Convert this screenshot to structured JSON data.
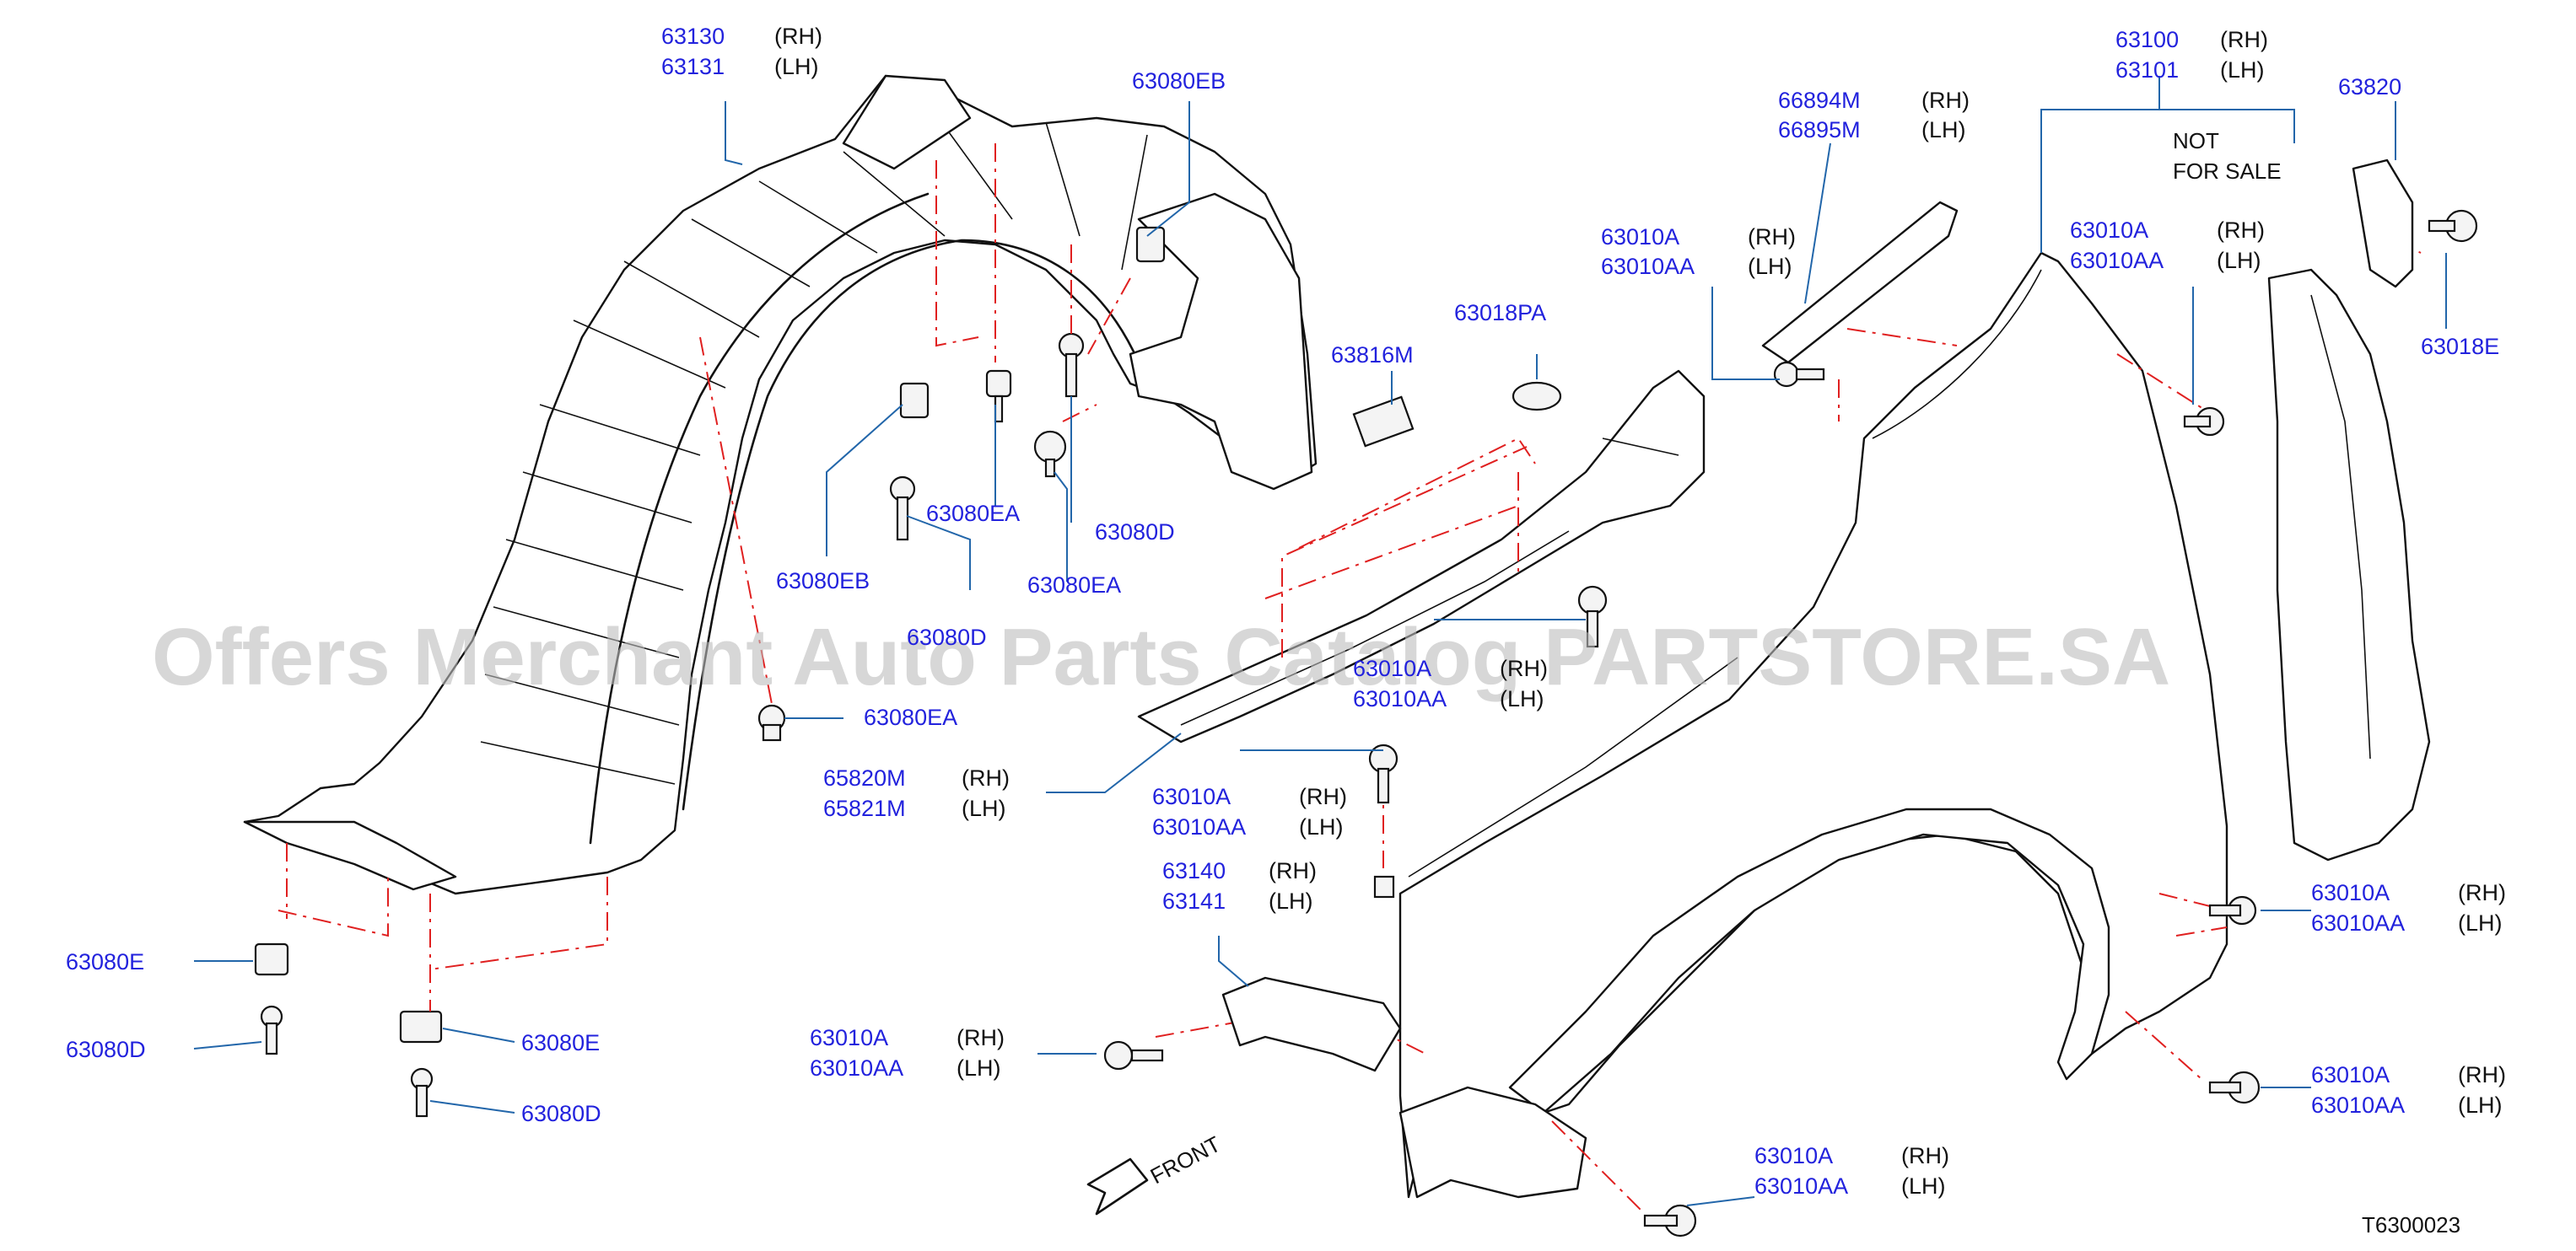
{
  "watermark": "Offers Merchant Auto Parts Catalog PARTSTORE.SA",
  "diagram_code": "T6300023",
  "front_label": "FRONT",
  "not_for_sale": {
    "line1": "NOT",
    "line2": "FOR   SALE"
  },
  "colors": {
    "part_number": "#2222dd",
    "leader_line": "#2266aa",
    "dash_line": "#e02020",
    "outline": "#111111"
  },
  "callouts": [
    {
      "id": "c1",
      "parts": [
        "63130",
        "63131"
      ],
      "sides": [
        "(RH)",
        "(LH)"
      ]
    },
    {
      "id": "c2",
      "parts": [
        "63080EB"
      ],
      "sides": []
    },
    {
      "id": "c3",
      "parts": [
        "63080EB"
      ],
      "sides": []
    },
    {
      "id": "c4",
      "parts": [
        "63080EA"
      ],
      "sides": []
    },
    {
      "id": "c5",
      "parts": [
        "63080D"
      ],
      "sides": []
    },
    {
      "id": "c6",
      "parts": [
        "63080EA"
      ],
      "sides": []
    },
    {
      "id": "c7",
      "parts": [
        "63080D"
      ],
      "sides": []
    },
    {
      "id": "c8",
      "parts": [
        "63080EA"
      ],
      "sides": []
    },
    {
      "id": "c9",
      "parts": [
        "63080E"
      ],
      "sides": []
    },
    {
      "id": "c10",
      "parts": [
        "63080D"
      ],
      "sides": []
    },
    {
      "id": "c11",
      "parts": [
        "63080E"
      ],
      "sides": []
    },
    {
      "id": "c12",
      "parts": [
        "63080D"
      ],
      "sides": []
    },
    {
      "id": "c13",
      "parts": [
        "63816M"
      ],
      "sides": []
    },
    {
      "id": "c14",
      "parts": [
        "63018PA"
      ],
      "sides": []
    },
    {
      "id": "c15",
      "parts": [
        "66894M",
        "66895M"
      ],
      "sides": [
        "(RH)",
        "(LH)"
      ]
    },
    {
      "id": "c16",
      "parts": [
        "63010A",
        "63010AA"
      ],
      "sides": [
        "(RH)",
        "(LH)"
      ]
    },
    {
      "id": "c17",
      "parts": [
        "63100",
        "63101"
      ],
      "sides": [
        "(RH)",
        "(LH)"
      ]
    },
    {
      "id": "c18",
      "parts": [
        "63010A",
        "63010AA"
      ],
      "sides": [
        "(RH)",
        "(LH)"
      ]
    },
    {
      "id": "c19",
      "parts": [
        "63820"
      ],
      "sides": []
    },
    {
      "id": "c20",
      "parts": [
        "63018E"
      ],
      "sides": []
    },
    {
      "id": "c21",
      "parts": [
        "63010A",
        "63010AA"
      ],
      "sides": [
        "(RH)",
        "(LH)"
      ]
    },
    {
      "id": "c22",
      "parts": [
        "65820M",
        "65821M"
      ],
      "sides": [
        "(RH)",
        "(LH)"
      ]
    },
    {
      "id": "c23",
      "parts": [
        "63010A",
        "63010AA"
      ],
      "sides": [
        "(RH)",
        "(LH)"
      ]
    },
    {
      "id": "c24",
      "parts": [
        "63140",
        "63141"
      ],
      "sides": [
        "(RH)",
        "(LH)"
      ]
    },
    {
      "id": "c25",
      "parts": [
        "63010A",
        "63010AA"
      ],
      "sides": [
        "(RH)",
        "(LH)"
      ]
    },
    {
      "id": "c26",
      "parts": [
        "63010A",
        "63010AA"
      ],
      "sides": [
        "(RH)",
        "(LH)"
      ]
    },
    {
      "id": "c27",
      "parts": [
        "63010A",
        "63010AA"
      ],
      "sides": [
        "(RH)",
        "(LH)"
      ]
    },
    {
      "id": "c28",
      "parts": [
        "63010A",
        "63010AA"
      ],
      "sides": [
        "(RH)",
        "(LH)"
      ]
    }
  ]
}
